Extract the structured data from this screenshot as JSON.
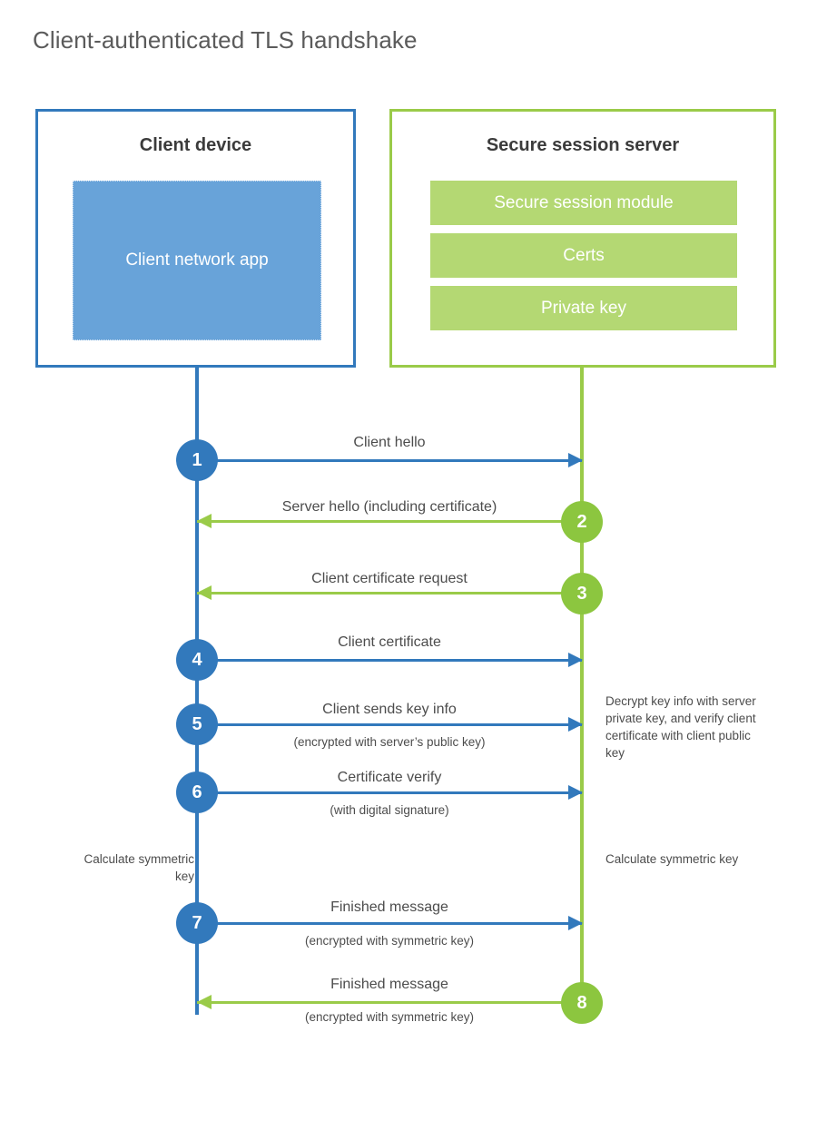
{
  "title": "Client-authenticated TLS handshake",
  "colors": {
    "client_blue": "#3279BC",
    "client_app_fill": "#68A3D9",
    "server_green": "#9ACB49",
    "server_item_fill": "#B4D873",
    "step_green": "#8CC63F",
    "text_gray": "#4c4c4c",
    "title_gray": "#5b5b5b"
  },
  "client": {
    "title": "Client device",
    "app_label": "Client network app"
  },
  "server": {
    "title": "Secure session server",
    "items": [
      {
        "label": "Secure session module"
      },
      {
        "label": "Certs"
      },
      {
        "label": "Private key"
      }
    ]
  },
  "steps": [
    {
      "number": "1",
      "label": "Client hello",
      "sublabel": "",
      "direction": "client-to-server"
    },
    {
      "number": "2",
      "label": "Server hello (including certificate)",
      "sublabel": "",
      "direction": "server-to-client"
    },
    {
      "number": "3",
      "label": "Client certificate request",
      "sublabel": "",
      "direction": "server-to-client"
    },
    {
      "number": "4",
      "label": "Client certificate",
      "sublabel": "",
      "direction": "client-to-server"
    },
    {
      "number": "5",
      "label": "Client sends key info",
      "sublabel": "(encrypted with server’s public key)",
      "direction": "client-to-server"
    },
    {
      "number": "6",
      "label": "Certificate verify",
      "sublabel": "(with digital signature)",
      "direction": "client-to-server"
    },
    {
      "number": "7",
      "label": "Finished message",
      "sublabel": "(encrypted with symmetric key)",
      "direction": "client-to-server"
    },
    {
      "number": "8",
      "label": "Finished message",
      "sublabel": "(encrypted with symmetric key)",
      "direction": "server-to-client"
    }
  ],
  "annotations": {
    "server_decrypt": "Decrypt key info with server private key, and verify client certificate with client public key",
    "client_calculate": "Calculate symmetric key",
    "server_calculate": "Calculate symmetric key"
  }
}
